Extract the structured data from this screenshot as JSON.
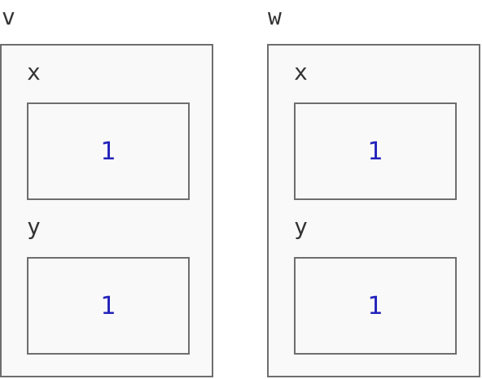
{
  "variables": [
    {
      "name": "v",
      "fields": [
        {
          "name": "x",
          "value": "1"
        },
        {
          "name": "y",
          "value": "1"
        }
      ]
    },
    {
      "name": "w",
      "fields": [
        {
          "name": "x",
          "value": "1"
        },
        {
          "name": "y",
          "value": "1"
        }
      ]
    }
  ],
  "colors": {
    "value_text": "#2222bb",
    "label_text": "#333333",
    "border": "#6e6e6e",
    "panel_bg": "#f9f9f9"
  }
}
